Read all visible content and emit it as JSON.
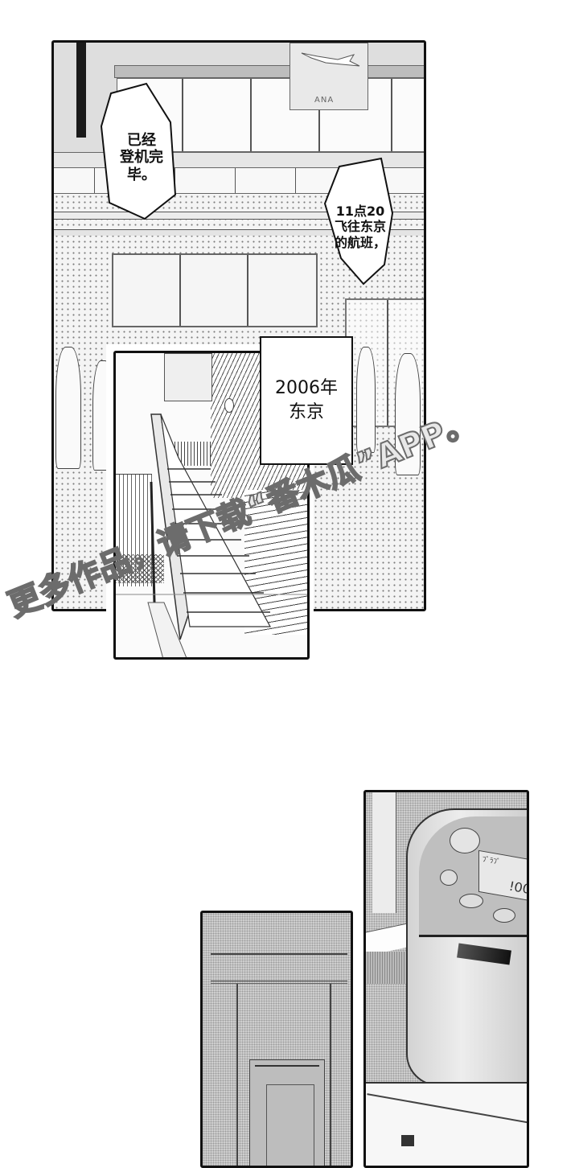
{
  "page": {
    "type": "manga-page",
    "background": "#ffffff"
  },
  "panels": [
    {
      "id": "airport-terminal",
      "description": "Airport terminal interior with glass windows and passengers walking",
      "sign": {
        "logo_text": "ANA",
        "icon": "airplane-icon"
      },
      "bubbles": [
        {
          "id": "boarding-complete",
          "lines": [
            "已经",
            "登机完",
            "毕。"
          ]
        },
        {
          "id": "flight-info",
          "lines": [
            "11点20",
            "飞往东京",
            "的航班，"
          ]
        }
      ]
    },
    {
      "id": "apartment-stairs",
      "description": "Exterior staircase of an apartment building",
      "caption": {
        "lines": [
          "2006年",
          "东京"
        ]
      }
    },
    {
      "id": "hallway-door",
      "description": "Interior hallway view toward a door"
    },
    {
      "id": "rice-cooker",
      "description": "Close-up of a rice cooker with control panel",
      "display_text": "!00",
      "label_text": "ﾌﾞﾗﾌﾞ"
    }
  ],
  "watermark": {
    "text": "更多作品，请下载“番木瓜”APP。",
    "part1": "更多作品，",
    "part2": "请下载",
    "part3": "“番木瓜”",
    "part4": "APP。",
    "color": "#6c6c6c"
  }
}
